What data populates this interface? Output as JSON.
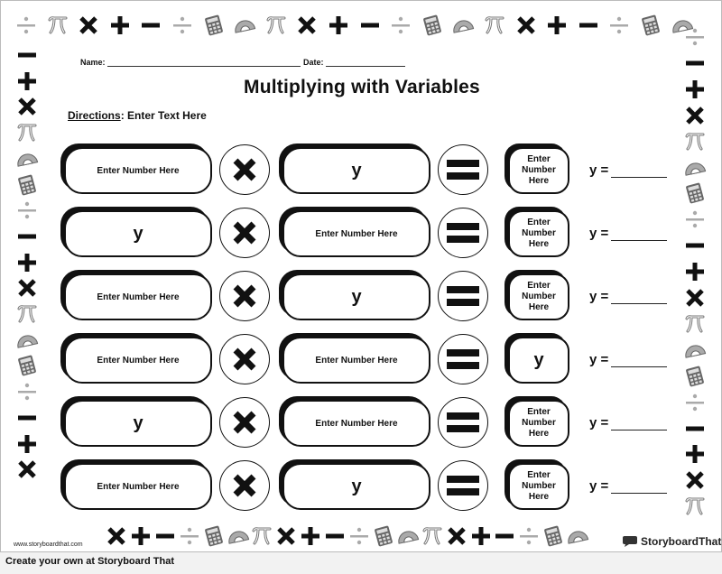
{
  "worksheet": {
    "name_label": "Name:",
    "date_label": "Date:",
    "title": "Multiplying with Variables",
    "directions_label": "Directions",
    "directions_text": ": Enter Text Here",
    "rows": [
      {
        "left": "Enter Number Here",
        "middle": "y",
        "answer": "Enter Number Here",
        "result": "y ="
      },
      {
        "left": "y",
        "middle": "Enter Number Here",
        "answer": "Enter Number Here",
        "result": "y ="
      },
      {
        "left": "Enter Number Here",
        "middle": "y",
        "answer": "Enter Number Here",
        "result": "y ="
      },
      {
        "left": "Enter Number Here",
        "middle": "Enter Number Here",
        "answer": "y",
        "result": "y ="
      },
      {
        "left": "y",
        "middle": "Enter Number Here",
        "answer": "Enter Number Here",
        "result": "y ="
      },
      {
        "left": "Enter Number Here",
        "middle": "y",
        "answer": "Enter Number Here",
        "result": "y ="
      }
    ]
  },
  "border": {
    "icons": [
      "pi-icon",
      "times-icon",
      "plus-icon",
      "minus-icon",
      "divide-icon",
      "calculator-icon",
      "protractor-icon"
    ]
  },
  "footer": {
    "watermark": "www.storyboardthat.com",
    "logo_text": "StoryboardThat",
    "cta": "Create your own at Storyboard That"
  }
}
